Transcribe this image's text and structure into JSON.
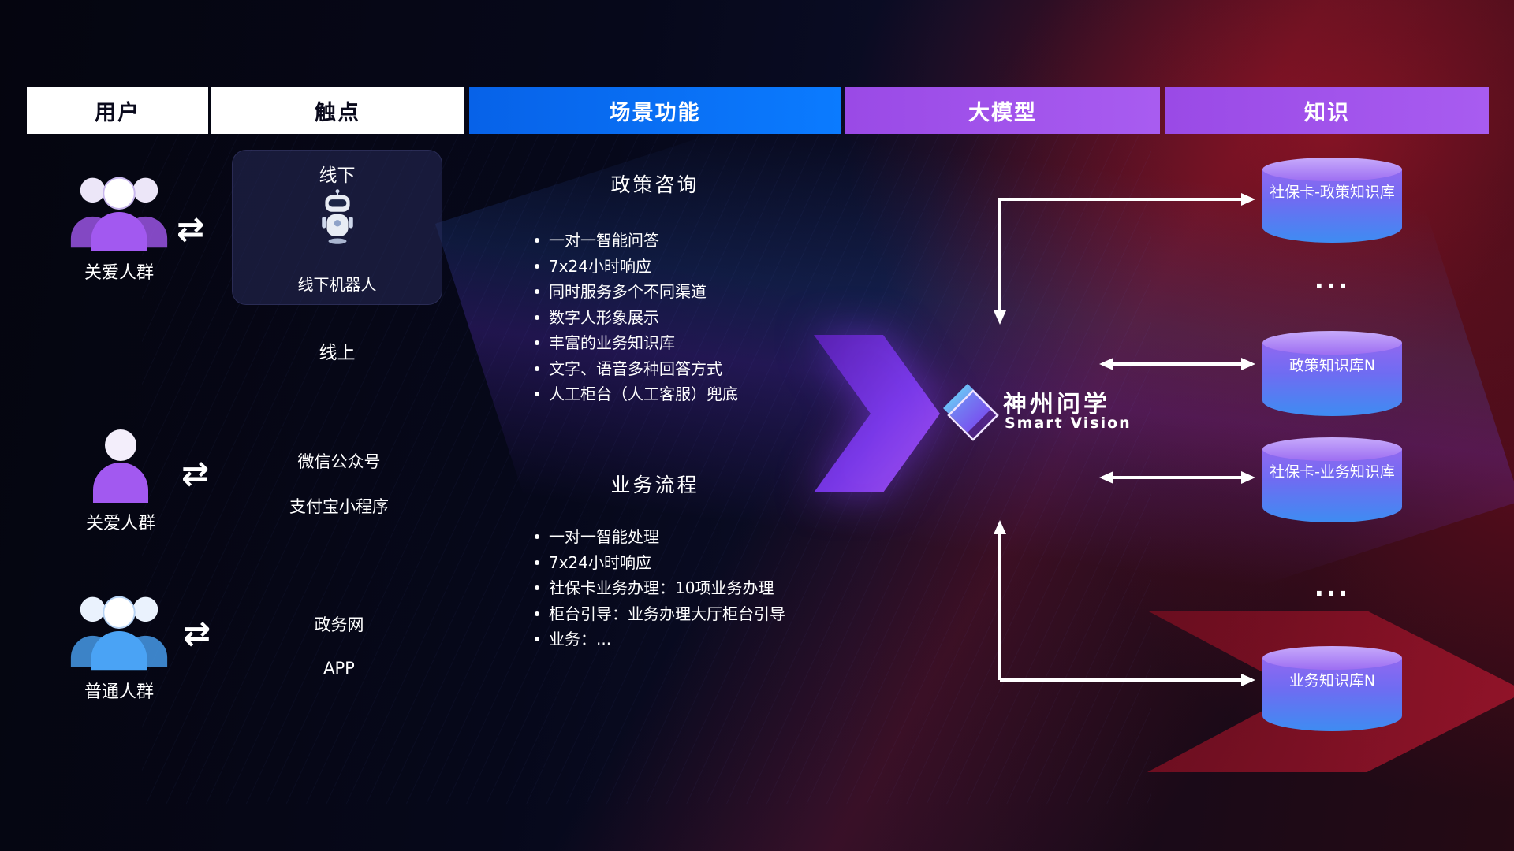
{
  "headers": [
    {
      "label": "用户"
    },
    {
      "label": "触点"
    },
    {
      "label": "场景功能"
    },
    {
      "label": "大模型"
    },
    {
      "label": "知识"
    }
  ],
  "users": [
    {
      "label": "关爱人群"
    },
    {
      "label": "关爱人群"
    },
    {
      "label": "普通人群"
    }
  ],
  "icons": {
    "exchange": "⇄"
  },
  "touchpoints": {
    "offline_title": "线下",
    "offline_robot": "线下机器人",
    "online_title": "线上",
    "wechat": "微信公众号",
    "alipay": "支付宝小程序",
    "gov": "政务网",
    "app": "APP"
  },
  "scene": {
    "policy": {
      "title": "政策咨询",
      "bullets": [
        "一对一智能问答",
        "7x24小时响应",
        "同时服务多个不同渠道",
        "数字人形象展示",
        "丰富的业务知识库",
        "文字、语音多种回答方式",
        "人工柜台（人工客服）兜底"
      ]
    },
    "business": {
      "title": "业务流程",
      "bullets": [
        "一对一智能处理",
        "7x24小时响应",
        "社保卡业务办理：10项业务办理",
        "柜台引导：业务办理大厅柜台引导",
        "业务：..."
      ]
    }
  },
  "model": {
    "name": "神州问学",
    "subtitle": "Smart Vision"
  },
  "knowledge": {
    "db1": "社保卡-政策知识库",
    "ellipsis1": "...",
    "db2": "政策知识库N",
    "db3": "社保卡-业务知识库",
    "ellipsis2": "...",
    "db4": "业务知识库N"
  },
  "colors": {
    "header_blue": "#0b7bff",
    "header_purple": "#a05ae8",
    "cylinder_top": "#c7aafb",
    "cylinder_body_from": "#9168f0",
    "cylinder_body_to": "#3e8cf2",
    "user_purple": "#a259f0",
    "user_blue": "#4aa3f5",
    "arrow_white": "#ffffff",
    "accent_red": "#b51730",
    "big_arrow_purple": "#7c3aed"
  }
}
